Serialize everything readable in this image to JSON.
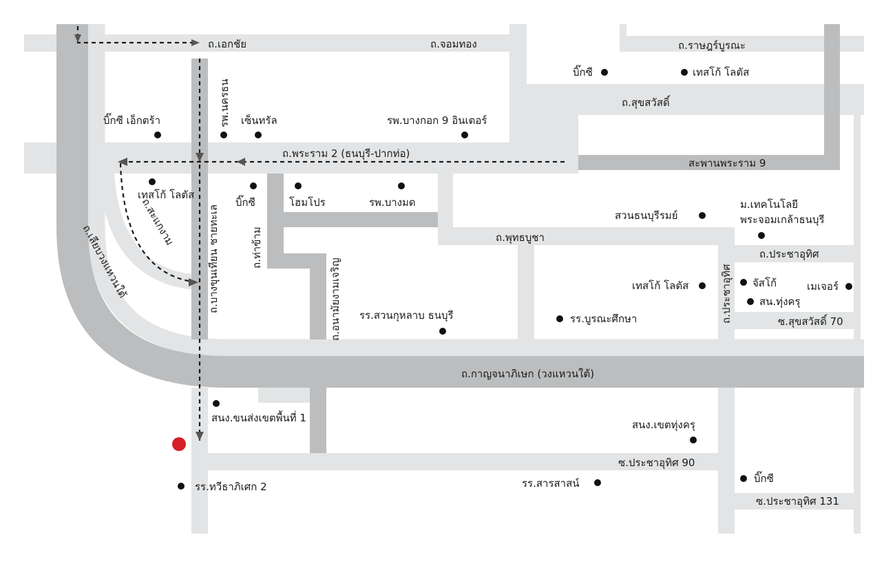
{
  "colors": {
    "road_minor": "#e3e4e5",
    "road_major": "#bcbdbe",
    "route": "#1a1a1a",
    "destination": "#d62027",
    "poi": "#111111"
  },
  "roads": {
    "ekkachai": "ถ.เอกชัย",
    "chomthong": "ถ.จอมทอง",
    "ratburana": "ถ.ราษฎร์บูรณะ",
    "suksawat": "ถ.สุขสวัสดิ์",
    "rama2": "ถ.พระราม 2 (ธนบุรี-ปากท่อ)",
    "rama9_bridge": "สะพานพระราม 9",
    "sakaengam": "ถ.สะแกงาม",
    "liap_wongwaen": "ถ.เลียบวงแหวนใต้",
    "bangkhunthian": "ถ.บางขุนเทียน ชายทะเล",
    "thakham": "ถ.ท่าข้าม",
    "anamai": "ถ.อนามัยงามเจริญ",
    "phutthabucha": "ถ.พุทธบูชา",
    "pracha_uthit_v": "ถ.ประชาอุทิศ",
    "pracha_uthit_h": "ถ.ประชาอุทิศ",
    "suksawat70": "ซ.สุขสวัสดิ์ 70",
    "kanchanaphisek": "ถ.กาญจนาภิเษก (วงแหวนใต้)",
    "pracha_uthit90": "ซ.ประชาอุทิศ 90",
    "pracha_uthit131": "ซ.ประชาอุทิศ 131"
  },
  "places": {
    "bigc_extra": "บิ๊กซี เอ็กตร้า",
    "nakhon_hospital": "รพ.นครธน",
    "central": "เซ็นทรัล",
    "bangkok9": "รพ.บางกอก 9 อินเตอร์",
    "bigc_top": "บิ๊กซี",
    "tesco_top": "เทสโก้ โลตัส",
    "tesco_left": "เทสโก้ โลตัส",
    "bigc_mid": "บิ๊กซี",
    "homepro": "โฮมโปร",
    "bangmot": "รพ.บางมด",
    "suan_thon": "สวนธนบุรีรมย์",
    "kmutt": "ม.เทคโนโลยี",
    "kmutt2": "พระจอมเกล้าธนบุรี",
    "tesco_right": "เทสโก้ โลตัส",
    "jusco": "จัสโก้",
    "major": "เมเจอร์",
    "thungkhru_police": "สน.ทุ่งครุ",
    "suankularb": "รร.สวนกุหลาบ ธนบุรี",
    "buranasuksa": "รร.บูรณะศึกษา",
    "transport_office": "สนง.ขนส่งเขตพื้นที่ 1",
    "district_office": "สนง.เขตทุ่งครุ",
    "bigc_bottom": "บิ๊กซี",
    "thawee": "รร.ทวีธาภิเศก 2",
    "sarasas": "รร.สารสาสน์"
  }
}
